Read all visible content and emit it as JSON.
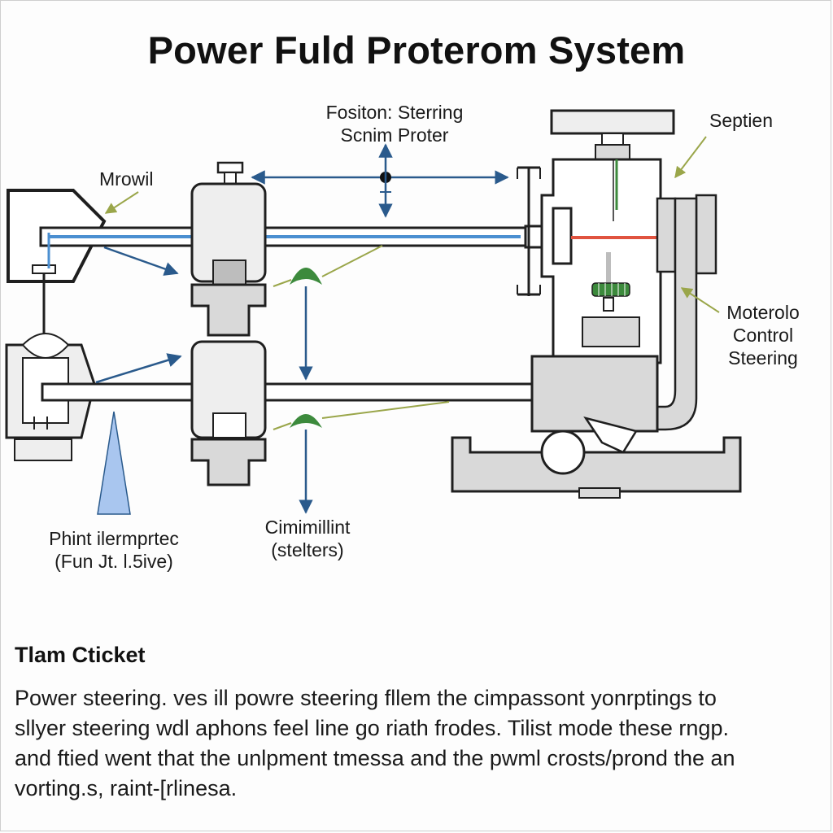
{
  "title": "Power Fuld Proterom System",
  "labels": {
    "position_line1": "Fositon: Sterring",
    "position_line2": "Scnim Proter",
    "septien": "Septien",
    "mrowil": "Mrowil",
    "motor_line1": "Moterolo",
    "motor_line2": "Control",
    "motor_line3": "Steering",
    "phint_line1": "Phint ilermprtec",
    "phint_line2": "(Fun Jt. l.5ive)",
    "cimi_line1": "Cimimillint",
    "cimi_line2": "(stelters)"
  },
  "section": {
    "heading": "Tlam Cticket",
    "lines": [
      "Power steering. ves ill powre steering fllem the cimpassont yonrptings to",
      "sllyer steering wdl aphons feel line go riath frodes. Tilist mode these rngp.",
      "and ftied went that the unlpment tmessa and the pwml crosts/prond the an",
      "vorting.s,  raint-[rlinesa."
    ]
  },
  "colors": {
    "outline": "#1f1f1f",
    "fill_gray": "#d9d9d9",
    "fill_light": "#eeeeee",
    "arrow_blue": "#2a5a8c",
    "pipe_blue": "#4b8fd1",
    "red_line": "#e0533f",
    "green": "#3c8a3c",
    "leader_green": "#9aa64a",
    "cone_blue": "#a9c6ef"
  }
}
